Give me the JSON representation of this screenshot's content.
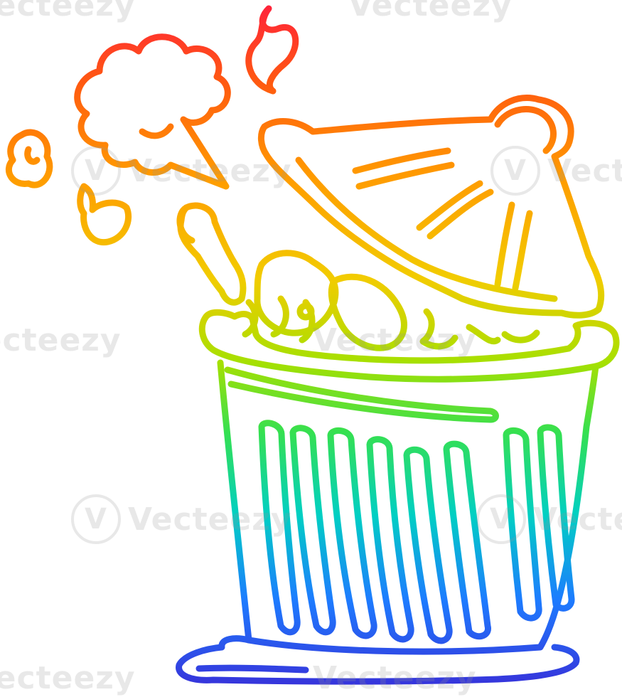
{
  "illustration": {
    "subject": "trash-can-with-rotting-food",
    "palette": {
      "red": "#ff2a2a",
      "orange": "#ff7a00",
      "yellow": "#f7c400",
      "green": "#8ee000",
      "cyan": "#00c8d8",
      "blue": "#1a6cff",
      "violet": "#3b2bd8"
    }
  },
  "watermark": {
    "text": "Vecteezy",
    "logo_glyph": "V"
  }
}
